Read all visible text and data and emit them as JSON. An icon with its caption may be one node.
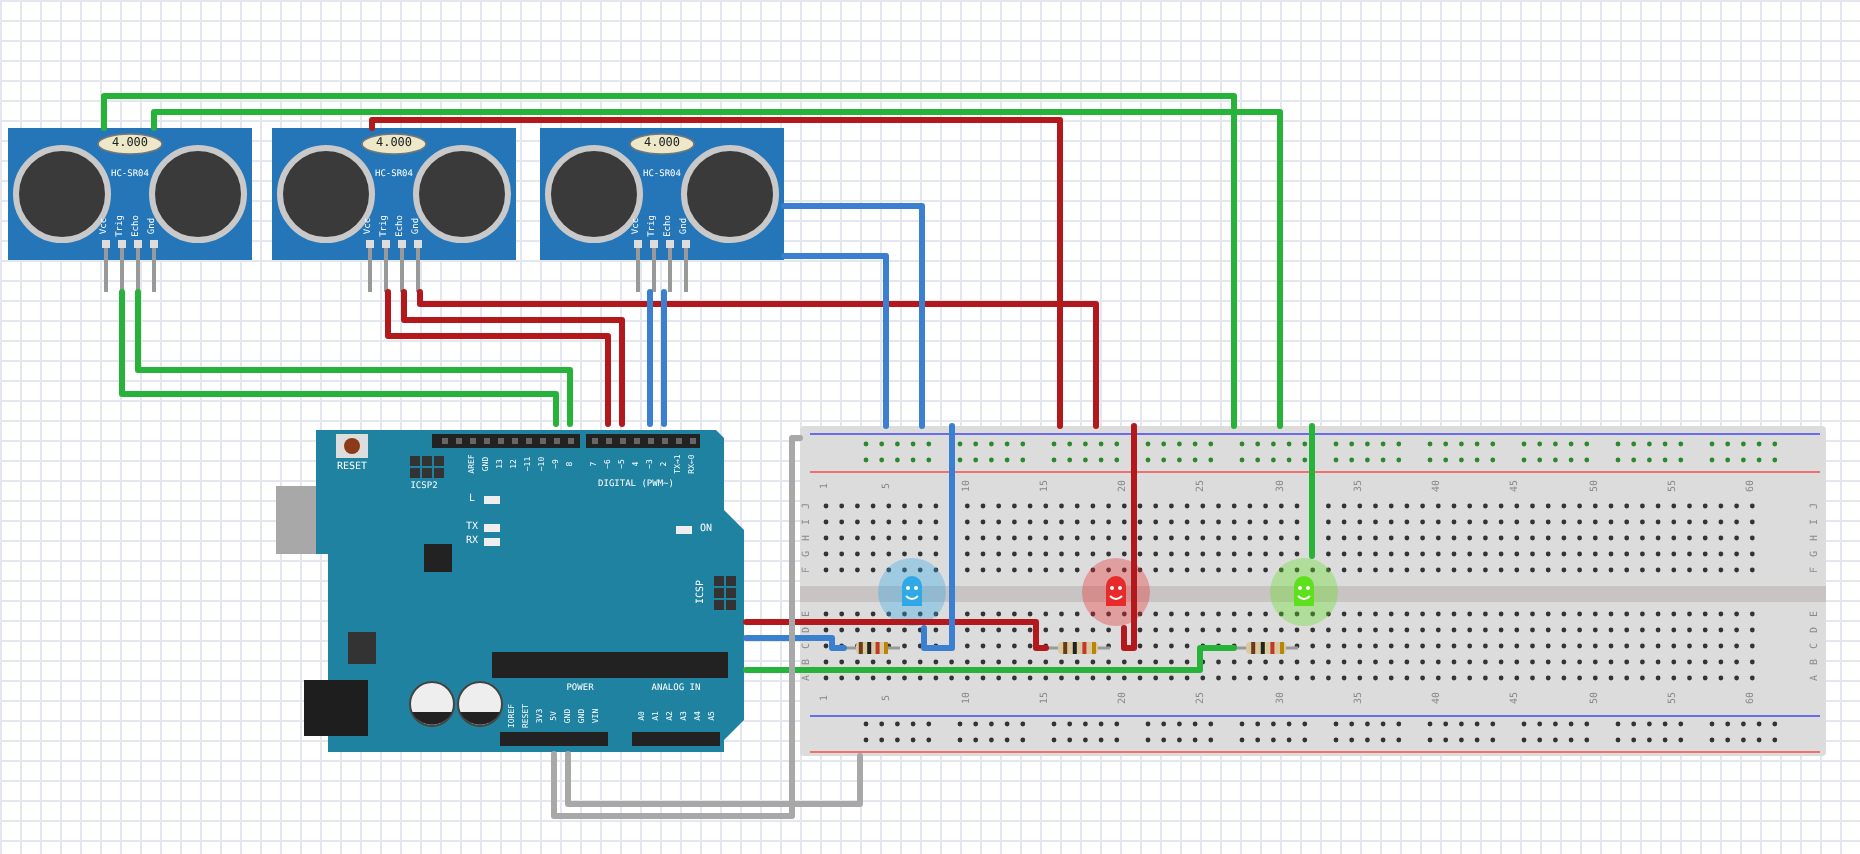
{
  "diagram": {
    "nodes": [
      {
        "text": [
          "4.000",
          "HC-SR04",
          "Vcc",
          "Trig",
          "Echo",
          "Gnd"
        ]
      },
      {
        "text": [
          "4.000",
          "HC-SR04",
          "Vcc",
          "Trig",
          "Echo",
          "Gnd"
        ]
      },
      {
        "text": [
          "4.000",
          "HC-SR04",
          "Vcc",
          "Trig",
          "Echo",
          "Gnd"
        ]
      },
      {
        "text": [
          "RESET",
          "ICSP2",
          "AREF",
          "GND",
          "13",
          "12",
          "~11",
          "~10",
          "~9",
          "8",
          "7",
          "~6",
          "~5",
          "4",
          "~3",
          "2",
          "TX→1",
          "RX←0",
          "DIGITAL (PWM~)",
          "L",
          "TX",
          "RX",
          "ON",
          "ICSP",
          "IOREF",
          "RESET",
          "3V3",
          "5V",
          "GND",
          "GND",
          "VIN",
          "POWER",
          "ANALOG IN",
          "A0",
          "A1",
          "A2",
          "A3",
          "A4",
          "A5"
        ]
      },
      {
        "text": [
          "1",
          "5",
          "10",
          "15",
          "20",
          "25",
          "30",
          "35",
          "40",
          "45",
          "50",
          "55",
          "60",
          "J",
          "J",
          "I",
          "I",
          "H",
          "H",
          "G",
          "G",
          "F",
          "F",
          "E",
          "E",
          "D",
          "D",
          "C",
          "C",
          "B",
          "B",
          "A",
          "A",
          "1",
          "5",
          "10",
          "15",
          "20",
          "25",
          "30",
          "35",
          "40",
          "45",
          "50",
          "55",
          "60"
        ]
      },
      {
        "text": [],
        "shape": "picture",
        "in": 4
      },
      {
        "text": [],
        "shape": "picture",
        "in": 4
      },
      {
        "text": [],
        "shape": "picture",
        "in": 4
      },
      {
        "text": [],
        "shape": "picture",
        "in": 4
      },
      {
        "text": [],
        "shape": "picture",
        "in": 4
      },
      {
        "text": [],
        "shape": "picture",
        "in": 4
      }
    ],
    "edges": [
      {
        "from": 0,
        "to": 4,
        "arrow": "none",
        "color": "#27b33a"
      },
      {
        "from": 0,
        "to": 3,
        "arrow": "none",
        "color": "#27b33a"
      },
      {
        "from": 0,
        "to": 3,
        "arrow": "none",
        "color": "#27b33a"
      },
      {
        "from": 0,
        "to": 4,
        "arrow": "none",
        "color": "#27b33a"
      },
      {
        "from": 1,
        "to": 4,
        "arrow": "none",
        "color": "#b3181c"
      },
      {
        "from": 1,
        "to": 3,
        "arrow": "none",
        "color": "#b3181c"
      },
      {
        "from": 1,
        "to": 3,
        "arrow": "none",
        "color": "#b3181c"
      },
      {
        "from": 1,
        "to": 4,
        "arrow": "none",
        "color": "#b3181c"
      },
      {
        "from": 2,
        "to": 4,
        "arrow": "none",
        "color": "#3a7fd0"
      },
      {
        "from": 2,
        "to": 3,
        "arrow": "none",
        "color": "#3a7fd0"
      },
      {
        "from": 2,
        "to": 3,
        "arrow": "none",
        "color": "#3a7fd0"
      },
      {
        "from": 2,
        "to": 4,
        "arrow": "none",
        "color": "#3a7fd0"
      },
      {
        "from": 3,
        "to": 8,
        "arrow": "none",
        "color": "#3a7fd0"
      },
      {
        "from": 3,
        "to": 9,
        "arrow": "none",
        "color": "#b3181c"
      },
      {
        "from": 3,
        "to": 10,
        "arrow": "none",
        "color": "#27b33a"
      },
      {
        "from": 3,
        "to": 4,
        "arrow": "none",
        "color": "#a8a8a8"
      },
      {
        "from": 3,
        "to": 4,
        "arrow": "none",
        "color": "#a8a8a8"
      },
      {
        "from": 4,
        "to": 5,
        "arrow": "none",
        "color": "#3a7fd0"
      },
      {
        "from": 4,
        "to": 6,
        "arrow": "none",
        "color": "#b3181c"
      },
      {
        "from": 4,
        "to": 7,
        "arrow": "none",
        "color": "#27b33a"
      }
    ]
  }
}
